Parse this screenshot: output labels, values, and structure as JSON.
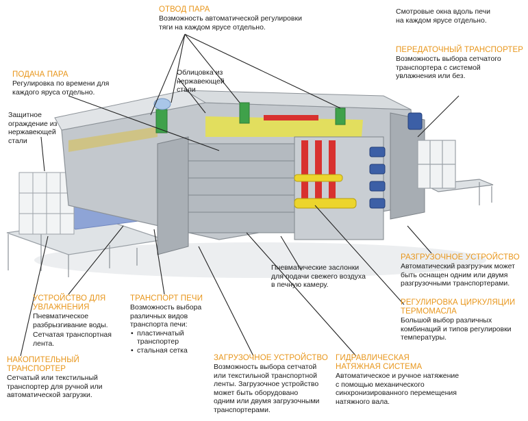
{
  "labels": {
    "steam_exhaust": {
      "title": "ОТВОД ПАРА",
      "text": "Возможность автоматической регулировки\nтяги на каждом ярусе отдельно."
    },
    "view_windows": {
      "text": "Смотровые окна вдоль печи\nна каждом ярусе отдельно."
    },
    "transfer_conveyor": {
      "title": "ПЕРЕДАТОЧНЫЙ ТРАНСПОРТЕР",
      "text": "Возможность выбора сетчатого\nтранспортера с системой\nувлажнения или без."
    },
    "steam_supply": {
      "title": "ПОДАЧА ПАРА",
      "text": "Регулировка по времени для\nкаждого яруса отдельно."
    },
    "cladding": {
      "text": "Облицовка из\nнержавеющей\nстали"
    },
    "protective_guard": {
      "text": "Защитное\nограждение из\nнержавеющей\nстали"
    },
    "unloading_device": {
      "title": "РАЗГРУЗОЧНОЕ УСТРОЙСТВО",
      "text": "Автоматический разгрузчик может\nбыть оснащен одним или двумя\nразгрузочными транспортерами."
    },
    "pneumatic_dampers": {
      "text": "Пневматические заслонки\nдля подачи свежего воздуха\nв печную камеру."
    },
    "thermal_oil": {
      "title": "РЕГУЛИРОВКА ЦИРКУЛЯЦИИ\nТЕРМОМАСЛА",
      "text": "Большой выбор различных\nкомбинаций и типов регулировки\nтемпературы."
    },
    "humidifier": {
      "title": "УСТРОЙСТВО ДЛЯ\nУВЛАЖНЕНИЯ",
      "text": "Пневматическое\nразбрызгивание воды.",
      "text2": "Сетчатая транспортная\nлента."
    },
    "oven_transport": {
      "title": "ТРАНСПОРТ ПЕЧИ",
      "text": "Возможность выбора\nразличных видов\nтранспорта печи:",
      "items": [
        "пластинчатый\nтранспортер",
        "стальная сетка"
      ]
    },
    "loading_device": {
      "title": "ЗАГРУЗОЧНОЕ УСТРОЙСТВО",
      "text": "Возможность выбора сетчатой\nили текстильной транспортной\nленты. Загрузочное устройство\nможет быть оборудовано\nодним или двумя загрузочными\nтранспортерами."
    },
    "hydraulic_system": {
      "title": "ГИДРАВЛИЧЕСКАЯ\nНАТЯЖНАЯ СИСТЕМА",
      "text": "Автоматическое и ручное натяжение\nс помощью механического\nсинхронизированного перемещения\nнатяжного вала."
    },
    "accumulation_conveyor": {
      "title": "НАКОПИТЕЛЬНЫЙ\nТРАНСПОРТЕР",
      "text": "Сетчатый или текстильный\nтранспортер для ручной или\nавтоматической загрузки."
    }
  },
  "colors": {
    "accent": "#e8961b",
    "text": "#1a1a1a",
    "machine": "#b9bec4",
    "steel": "#d5d9dd"
  }
}
